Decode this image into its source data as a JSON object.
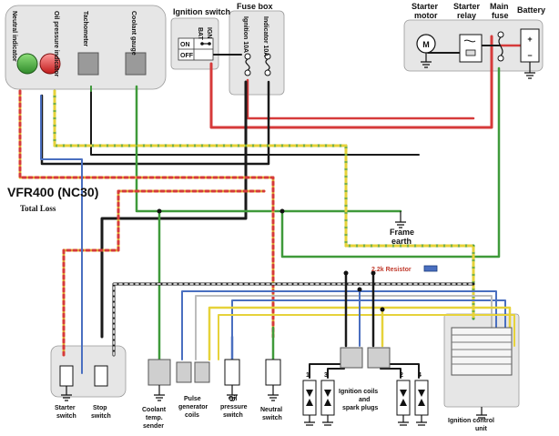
{
  "title": "VFR400 (NC30)",
  "subtitle": "Total Loss",
  "components": {
    "neutral_indicator": "Neutral indicator",
    "oil_pressure_indicator": "Oil pressure indicator",
    "tachometer": "Tachometer",
    "coolant_gauge": "Coolant gauge",
    "ignition_switch": "Ignition switch",
    "ign_bat": "BAT",
    "ign_ign": "IGN",
    "ign_on": "ON",
    "ign_off": "OFF",
    "fuse_box": "Fuse box",
    "fuse_ignition": "Ignition 10A",
    "fuse_indicator": "Indicator 10A",
    "starter_motor_1": "Starter",
    "starter_motor_2": "motor",
    "starter_relay_1": "Starter",
    "starter_relay_2": "relay",
    "main_fuse_1": "Main",
    "main_fuse_2": "fuse",
    "battery": "Battery",
    "frame_earth_1": "Frame",
    "frame_earth_2": "earth",
    "resistor": "2.2k Resistor",
    "starter_switch_1": "Starter",
    "starter_switch_2": "switch",
    "stop_switch_1": "Stop",
    "stop_switch_2": "switch",
    "coolant_sender_1": "Coolant",
    "coolant_sender_2": "temp.",
    "coolant_sender_3": "sender",
    "pulse_coils_1": "Pulse",
    "pulse_coils_2": "generator",
    "pulse_coils_3": "coils",
    "oil_switch_1": "Oil",
    "oil_switch_2": "pressure",
    "oil_switch_3": "switch",
    "neutral_switch_1": "Neutral",
    "neutral_switch_2": "switch",
    "coils_1": "Ignition coils",
    "coils_2": "and",
    "coils_3": "spark plugs",
    "icu_1": "Ignition control",
    "icu_2": "unit",
    "plug_1": "1",
    "plug_2": "2",
    "plug_3": "3",
    "plug_4": "4",
    "battery_plus": "+",
    "battery_minus": "−"
  },
  "colors": {
    "red": "#d63a3a",
    "black": "#1a1a1a",
    "green": "#3f9a3a",
    "yellow": "#e6d23a",
    "blue": "#4a6fc0",
    "white": "#e8e8e8",
    "pink": "#e07aa0",
    "panel": "#e6e6e6"
  }
}
